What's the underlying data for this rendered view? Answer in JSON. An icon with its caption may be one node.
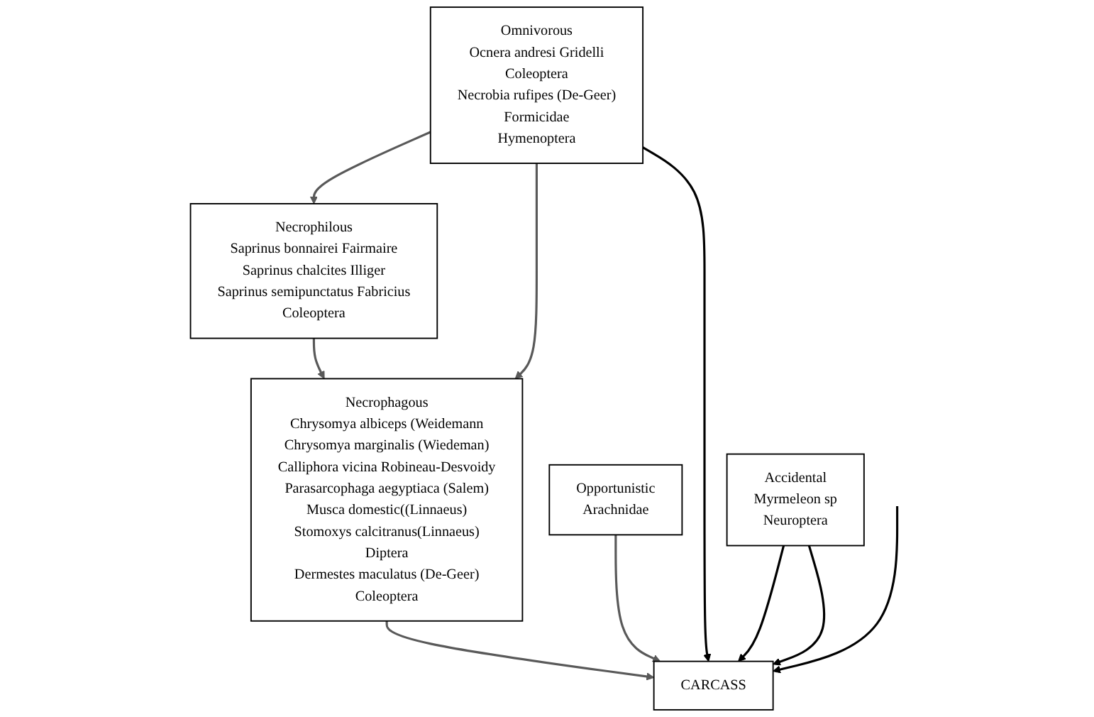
{
  "diagram": {
    "nodes": [
      {
        "text": [
          "Necrophilous",
          "Saprinus bonnairei Fairmaire",
          "Saprinus chalcites Illiger",
          "Saprinus semipunctatus Fabricius",
          "Coleoptera"
        ]
      },
      {
        "text": [
          "Necrophagous",
          "Chrysomya albiceps (Weidemann",
          "Chrysomya marginalis (Wiedeman)",
          "Calliphora vicina Robineau-Desvoidy",
          "Parasarcophaga aegyptiaca (Salem)",
          "Musca domestic((Linnaeus)",
          "Stomoxys calcitranus(Linnaeus)",
          "Diptera",
          "Dermestes maculatus (De-Geer)",
          "Coleoptera"
        ]
      },
      {
        "text": [
          "Omnivorous",
          "Ocnera andresi Gridelli",
          "Coleoptera",
          "Necrobia rufipes (De-Geer)",
          "Formicidae",
          "Hymenoptera"
        ]
      },
      {
        "text": [
          "CARCASS"
        ]
      },
      {
        "text": [
          "Opportunistic",
          "Arachnidae"
        ]
      },
      {
        "text": [
          "Accidental",
          "Myrmeleon sp",
          "Neuroptera"
        ]
      }
    ],
    "edges": [
      {
        "from": 0,
        "to": 1,
        "arrow": "to"
      },
      {
        "from": 2,
        "to": 1,
        "arrow": "to"
      },
      {
        "from": 2,
        "to": 0,
        "arrow": "to"
      },
      {
        "from": 1,
        "to": 3,
        "arrow": "to"
      },
      {
        "from": 4,
        "to": 3,
        "arrow": "to"
      },
      {
        "from": 2,
        "to": 3,
        "arrow": "to",
        "color": "#000000"
      },
      {
        "from": 5,
        "to": 3,
        "arrow": "to",
        "color": "#000000"
      },
      {
        "from": 5,
        "to": 3,
        "arrow": "to",
        "color": "#000000"
      },
      {
        "from": null,
        "to": 3,
        "arrow": "to",
        "color": "#000000"
      }
    ]
  }
}
